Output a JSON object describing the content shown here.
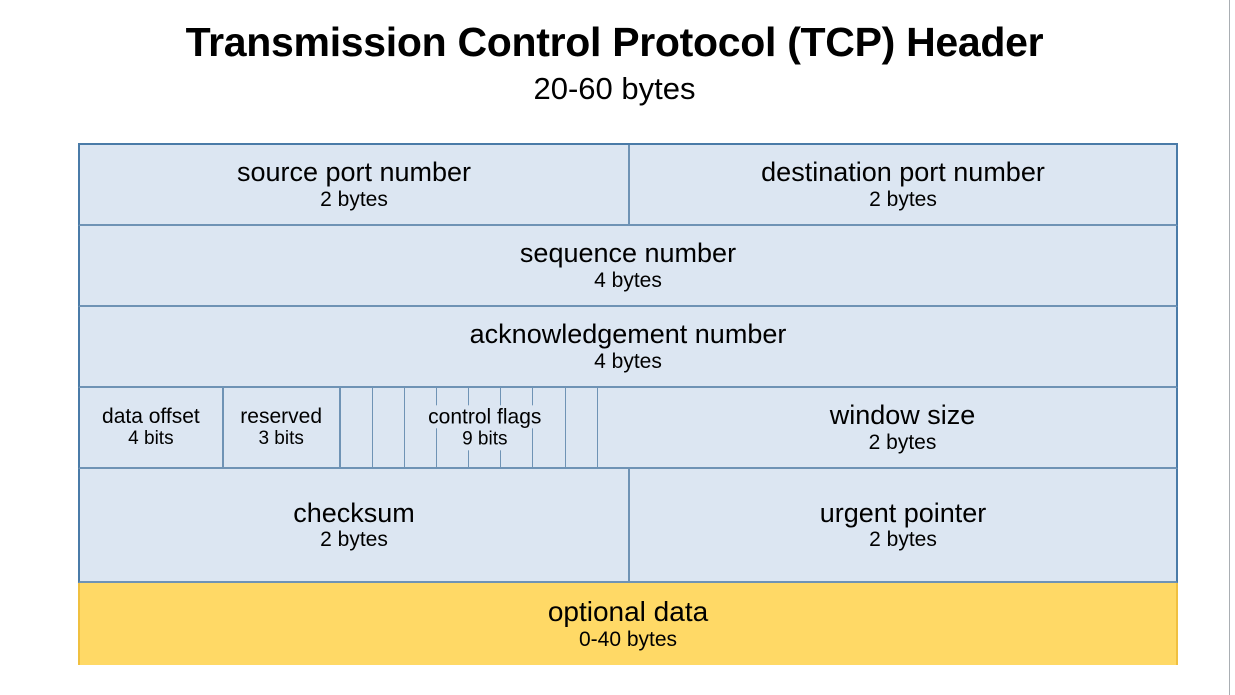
{
  "page": {
    "title": "Transmission Control Protocol (TCP) Header",
    "subtitle": "20-60 bytes"
  },
  "colors": {
    "field_fill": "#dce6f2",
    "optional_fill": "#ffd966",
    "border": "#6f93b5",
    "outer_border": "#4a7ba8",
    "text": "#000000",
    "page_edge": "#a9aeb3"
  },
  "diagram": {
    "rows": [
      {
        "id": "ports",
        "cells": [
          {
            "name": "source port number",
            "size": "2 bytes"
          },
          {
            "name": "destination port number",
            "size": "2 bytes"
          }
        ]
      },
      {
        "id": "sequence",
        "cells": [
          {
            "name": "sequence number",
            "size": "4 bytes"
          }
        ]
      },
      {
        "id": "acknowledgement",
        "cells": [
          {
            "name": "acknowledgement number",
            "size": "4 bytes"
          }
        ]
      },
      {
        "id": "offset-flags-window",
        "cells": [
          {
            "name": "data offset",
            "size": "4 bits"
          },
          {
            "name": "reserved",
            "size": "3 bits"
          },
          {
            "name": "control flags",
            "size": "9 bits",
            "subdivisions": 9
          },
          {
            "name": "window size",
            "size": "2 bytes"
          }
        ]
      },
      {
        "id": "checksum-urgent",
        "cells": [
          {
            "name": "checksum",
            "size": "2 bytes"
          },
          {
            "name": "urgent pointer",
            "size": "2 bytes"
          }
        ]
      },
      {
        "id": "optional",
        "cells": [
          {
            "name": "optional data",
            "size": "0-40 bytes"
          }
        ]
      }
    ]
  }
}
